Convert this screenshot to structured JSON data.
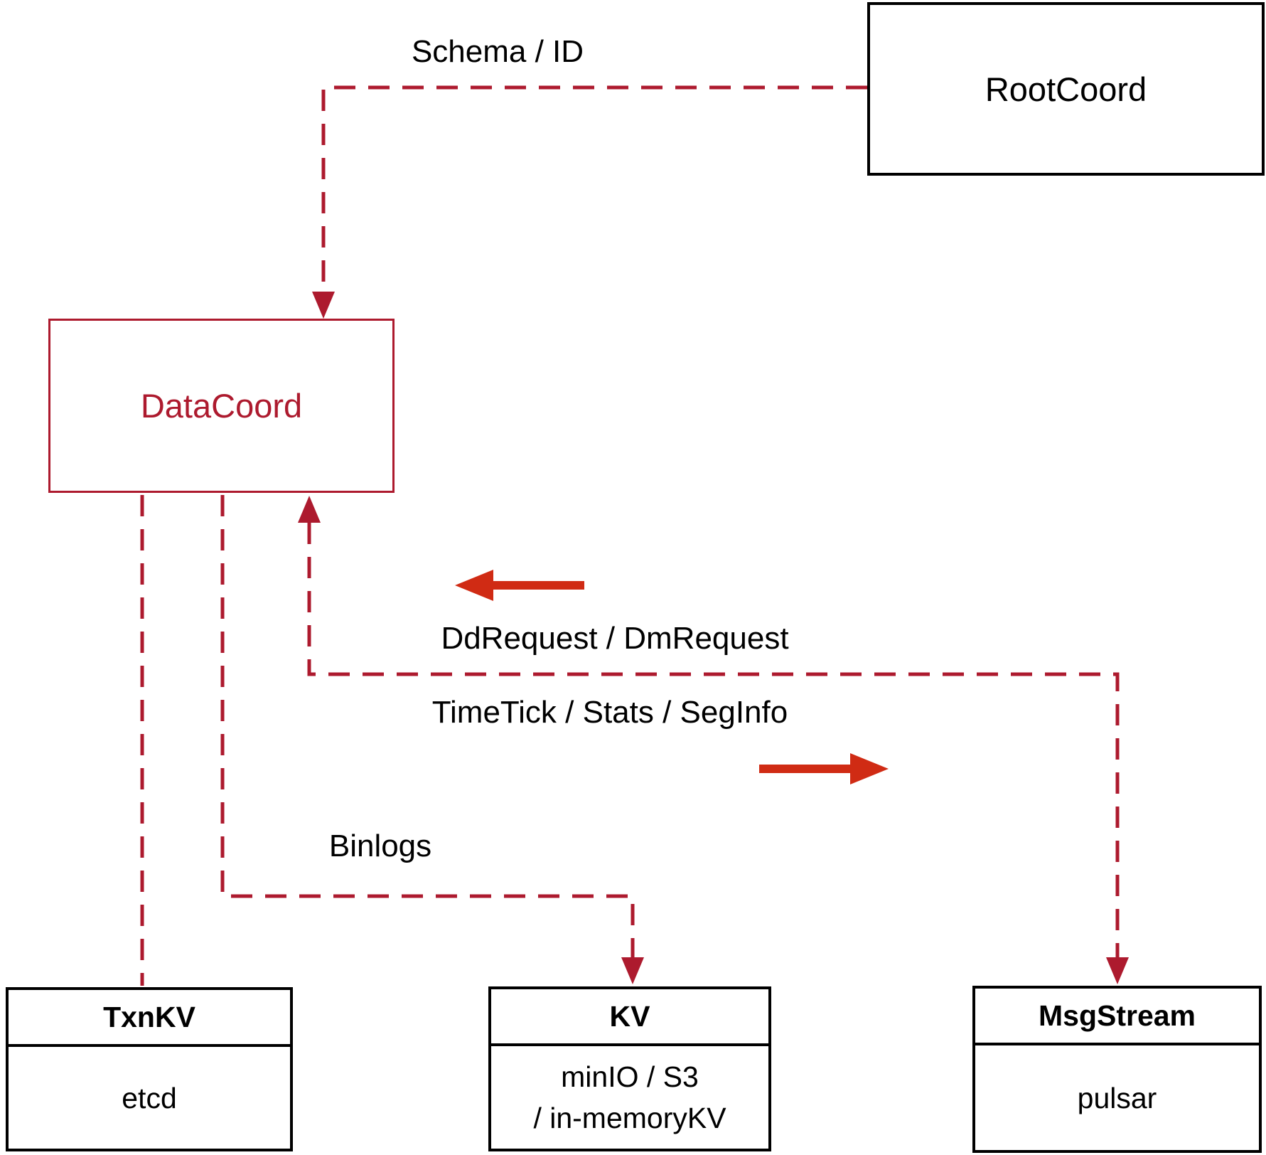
{
  "colors": {
    "background": "#ffffff",
    "text": "#000000",
    "box_border_black": "#000000",
    "datacoord_red": "#ad1a2e",
    "dashed_line": "#ad1a2e",
    "solid_arrow": "#d02b14"
  },
  "nodes": {
    "rootcoord": {
      "label": "RootCoord"
    },
    "datacoord": {
      "label": "DataCoord"
    },
    "txnkv": {
      "title": "TxnKV",
      "body": "etcd"
    },
    "kv": {
      "title": "KV",
      "body_line1": "minIO / S3",
      "body_line2": "/ in-memoryKV"
    },
    "msgstream": {
      "title": "MsgStream",
      "body": "pulsar"
    }
  },
  "edges": {
    "schema_id": {
      "label": "Schema / ID"
    },
    "dd_dm": {
      "label": "DdRequest / DmRequest"
    },
    "timetick": {
      "label": "TimeTick / Stats / SegInfo"
    },
    "binlogs": {
      "label": "Binlogs"
    }
  }
}
